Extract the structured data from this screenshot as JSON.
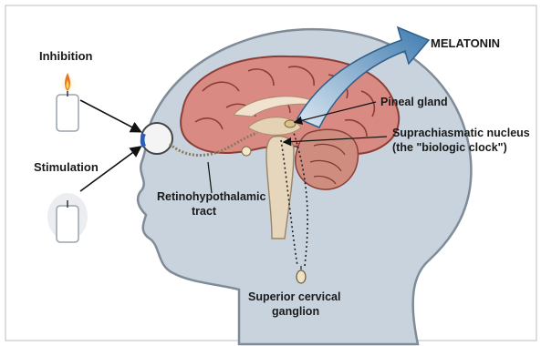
{
  "labels": {
    "inhibition": "Inhibition",
    "stimulation": "Stimulation",
    "melatonin": "MELATONIN",
    "pineal_gland": "Pineal gland",
    "scn_line1": "Suprachiasmatic nucleus",
    "scn_line2": "(the \"biologic clock\")",
    "rht_line1": "Retinohypothalamic",
    "rht_line2": "tract",
    "scg_line1": "Superior cervical",
    "scg_line2": "ganglion"
  },
  "colors": {
    "head_fill": "#c9d3dd",
    "head_stroke": "#8a96a3",
    "brain_fill": "#d98b83",
    "brain_stroke": "#8c3e36",
    "arrow_fill": "#4f86b4",
    "flame": "#e8741e",
    "frame": "#b5b5b5"
  }
}
